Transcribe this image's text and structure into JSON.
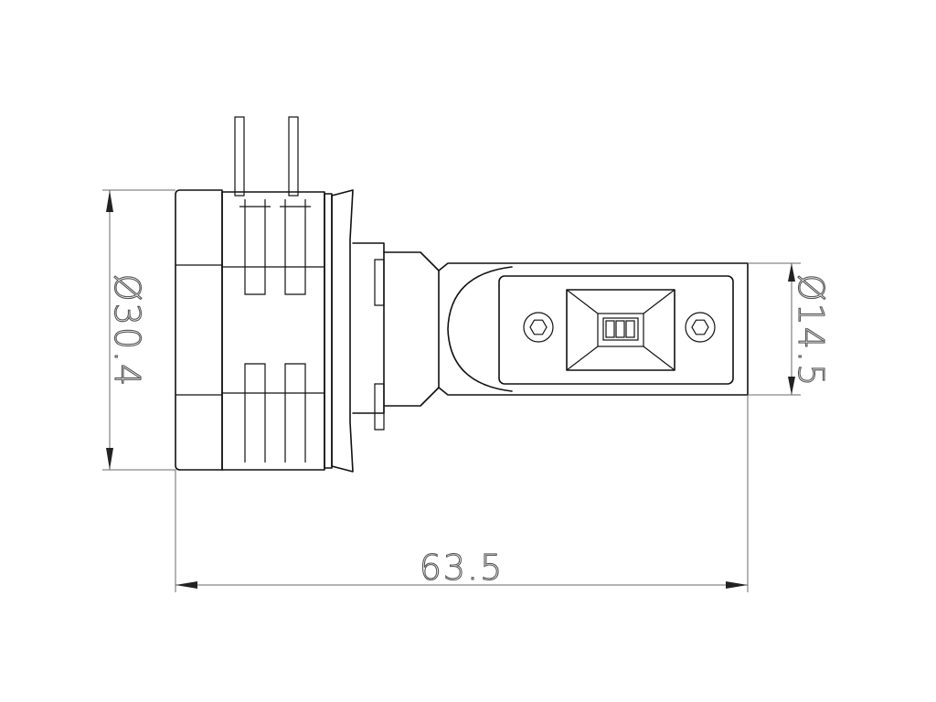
{
  "dimensions": {
    "length": "63.5",
    "body_diameter": "Ø30.4",
    "heatsink_diameter": "Ø14.5"
  },
  "colors": {
    "outline": "#111111",
    "dimension_line": "#6a6a6a",
    "background": "#ffffff"
  }
}
